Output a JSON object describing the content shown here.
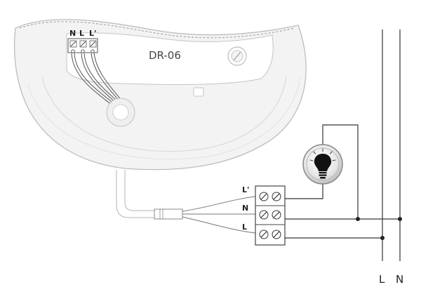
{
  "device": {
    "model": "DR-06",
    "terminals": [
      "N",
      "L",
      "L'"
    ]
  },
  "connector": {
    "labels": [
      "L'",
      "N",
      "L"
    ]
  },
  "mains": {
    "labels": [
      "L",
      "N"
    ]
  },
  "colors": {
    "wire": "#333333",
    "device_outline": "#bdbdbd",
    "device_fill": "#f2f2f2",
    "device_inner": "#ffffff",
    "bulb_ring": "#8a8a8a"
  },
  "icons": {
    "bulb": "lightbulb-icon",
    "screw": "screw-icon"
  }
}
